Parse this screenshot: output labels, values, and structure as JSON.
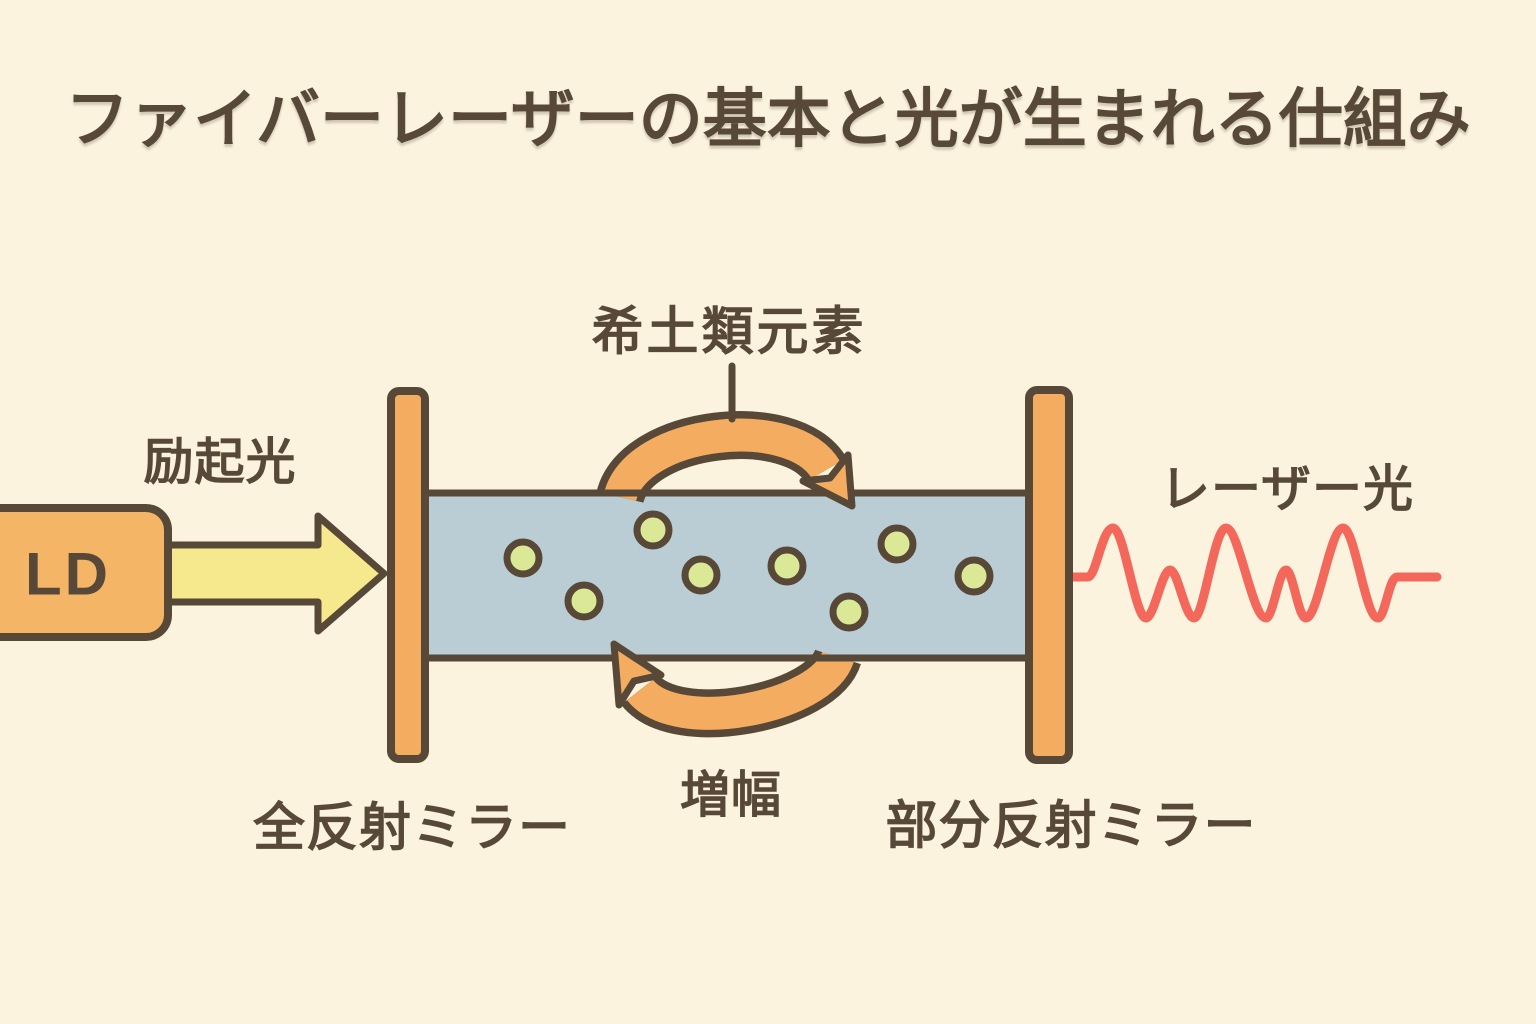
{
  "title": "ファイバーレーザーの基本と光が生まれる仕組み",
  "colors": {
    "bg": "#FBF3DE",
    "ink": "#574838",
    "orange": "#F3AC60",
    "orange_light": "#F4B566",
    "yellow": "#F6E88C",
    "fiber": "#BACDD4",
    "dopant": "#DBE996",
    "laser": "#F4685C"
  },
  "diagram": {
    "pump_source": {
      "label": "LD"
    },
    "pump_light": {
      "label": "励起光"
    },
    "rare_earth": {
      "label": "希土類元素"
    },
    "left_mirror": {
      "label": "全反射ミラー"
    },
    "amplification": {
      "label": "増幅"
    },
    "right_mirror": {
      "label": "部分反射ミラー"
    },
    "laser_output": {
      "label": "レーザー光"
    },
    "dopant_particle_count": 8
  }
}
